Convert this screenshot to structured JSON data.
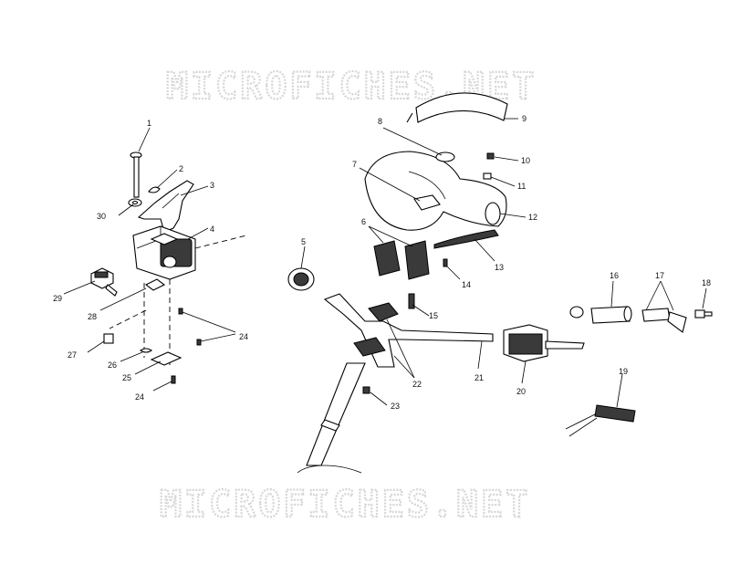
{
  "watermark": {
    "text": "MICROFICHES.NET"
  },
  "callouts": [
    {
      "id": "1",
      "text": "1"
    },
    {
      "id": "2",
      "text": "2"
    },
    {
      "id": "3",
      "text": "3"
    },
    {
      "id": "4",
      "text": "4"
    },
    {
      "id": "5",
      "text": "5"
    },
    {
      "id": "6",
      "text": "6"
    },
    {
      "id": "7",
      "text": "7"
    },
    {
      "id": "8",
      "text": "8"
    },
    {
      "id": "9",
      "text": "9"
    },
    {
      "id": "10",
      "text": "10"
    },
    {
      "id": "11",
      "text": "11"
    },
    {
      "id": "12",
      "text": "12"
    },
    {
      "id": "13",
      "text": "13"
    },
    {
      "id": "14",
      "text": "14"
    },
    {
      "id": "15",
      "text": "15"
    },
    {
      "id": "16",
      "text": "16"
    },
    {
      "id": "17",
      "text": "17"
    },
    {
      "id": "18",
      "text": "18"
    },
    {
      "id": "19",
      "text": "19"
    },
    {
      "id": "20",
      "text": "20"
    },
    {
      "id": "21",
      "text": "21"
    },
    {
      "id": "22",
      "text": "22"
    },
    {
      "id": "23",
      "text": "23"
    },
    {
      "id": "24a",
      "text": "24"
    },
    {
      "id": "24b",
      "text": "24"
    },
    {
      "id": "25",
      "text": "25"
    },
    {
      "id": "26",
      "text": "26"
    },
    {
      "id": "27",
      "text": "27"
    },
    {
      "id": "28",
      "text": "28"
    },
    {
      "id": "29",
      "text": "29"
    },
    {
      "id": "30",
      "text": "30"
    }
  ]
}
